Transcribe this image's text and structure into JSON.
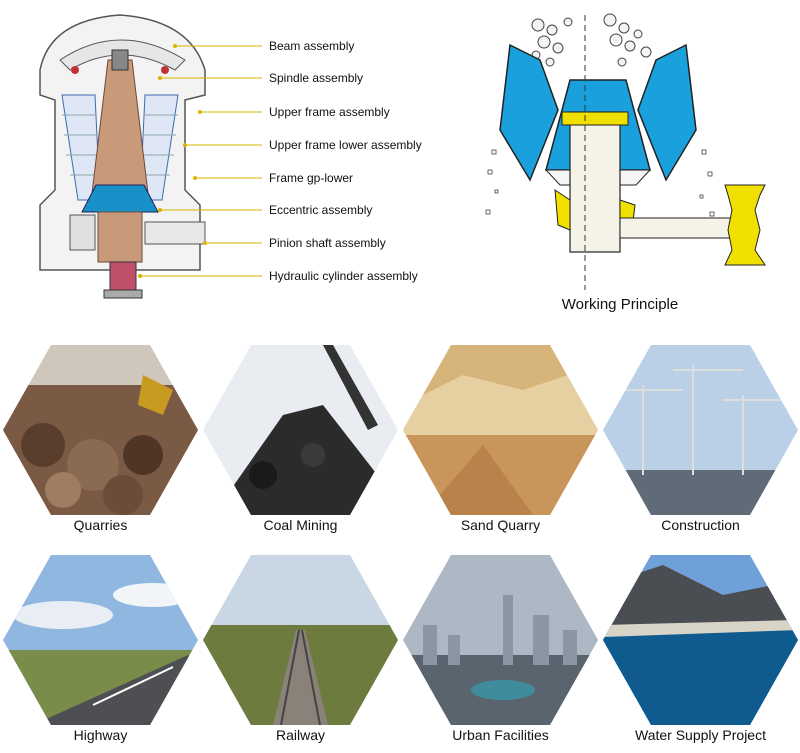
{
  "diagram": {
    "labels": [
      "Beam assembly",
      "Spindle assembly",
      "Upper frame assembly",
      "Upper frame lower assembly",
      "Frame gp-lower",
      "Eccentric assembly",
      "Pinion shaft assembly",
      "Hydraulic cylinder assembly"
    ],
    "leader_color": "#d8b400"
  },
  "principle": {
    "caption": "Working Principle",
    "colors": {
      "liner": "#1aa0dc",
      "shaft": "#f0e000",
      "outline": "#222222"
    }
  },
  "applications": [
    {
      "label": "Quarries",
      "scene": "rocks"
    },
    {
      "label": "Coal Mining",
      "scene": "coal"
    },
    {
      "label": "Sand Quarry",
      "scene": "sand"
    },
    {
      "label": "Construction",
      "scene": "cranes"
    },
    {
      "label": "Highway",
      "scene": "road"
    },
    {
      "label": "Railway",
      "scene": "rail"
    },
    {
      "label": "Urban Facilities",
      "scene": "city"
    },
    {
      "label": "Water Supply Project",
      "scene": "lake"
    }
  ]
}
